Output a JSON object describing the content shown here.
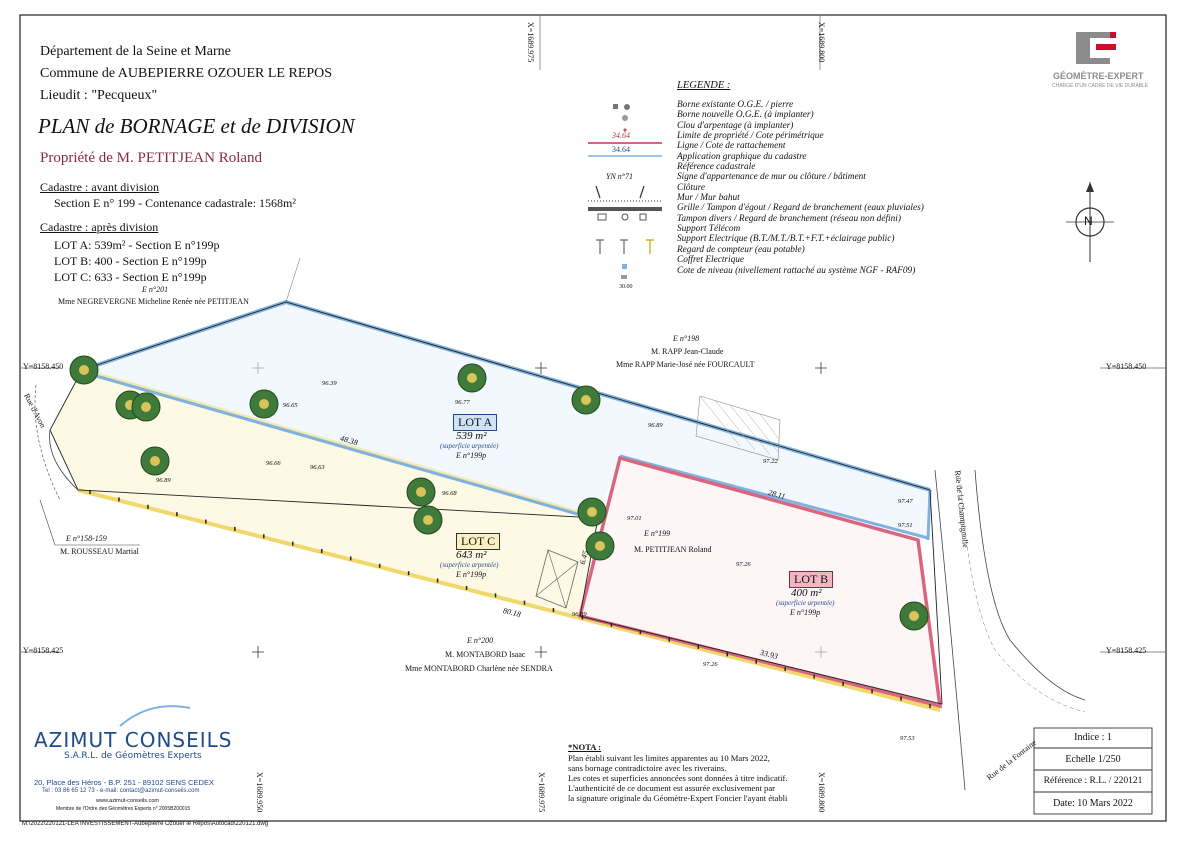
{
  "header": {
    "department": "Département de la Seine et Marne",
    "commune": "Commune de AUBEPIERRE OZOUER LE REPOS",
    "lieudit": "Lieudit : \"Pecqueux\"",
    "title": "PLAN de BORNAGE et de DIVISION",
    "owner": "Propriété de M. PETITJEAN Roland"
  },
  "cadastre_before": {
    "heading": "Cadastre : avant division",
    "line": "Section E n° 199 - Contenance cadastrale: 1568m²"
  },
  "cadastre_after": {
    "heading": "Cadastre : après division",
    "lots": [
      "LOT A: 539m² - Section E n°199p",
      "LOT B: 400 - Section E n°199p",
      "LOT C: 633 - Section E n°199p"
    ]
  },
  "legend": {
    "title": "LEGENDE :",
    "items": [
      "Borne existante O.G.E. / pierre",
      "Borne nouvelle O.G.E. (à implanter)",
      "Clou d'arpentage (à implanter)",
      "Limite de propriété / Cote périmétrique",
      "Ligne / Cote de rattachement",
      "Application graphique du cadastre",
      "Référence cadastrale",
      "Signe d'appartenance de mur ou clôture / bâtiment",
      "Clôture",
      "Mur / Mur bahut",
      "Grille / Tampon d'égout / Regard de branchement (eaux pluviales)",
      "Tampon divers / Regard de branchement (réseau non défini)",
      "Support Télécom",
      "Support Electrique (B.T./M.T./B.T.+F.T.+éclairage public)",
      "Regard de compteur (eau potable)",
      "Coffret Electrique",
      "Cote de niveau (nivellement rattaché au système NGF - RAF09)"
    ],
    "sample_cote_1": "34.64",
    "sample_cote_2": "34.64",
    "sample_ref": "YN n°71",
    "sample_level": "30.00"
  },
  "logo": {
    "text": "GÉOMÈTRE-EXPERT",
    "subtext": "CHARGÉ D'UN CADRE DE VIE DURABLE",
    "colors": {
      "grey": "#8c8c8c",
      "red": "#c8102e"
    }
  },
  "coords": {
    "x_top_1": "X=1689.975",
    "x_top_2": "X=1689.800",
    "x_bot_1": "X=1689.950",
    "x_bot_2": "X=1689.975",
    "x_bot_3": "X=1689.800",
    "y_left_1": "Y=8158.450",
    "y_left_2": "Y=8158.425",
    "y_right_1": "Y=8158.450",
    "y_right_2": "Y=8158.425"
  },
  "lots": {
    "a": {
      "label": "LOT A",
      "area": "539 m²",
      "note": "(superficie arpentée)",
      "ref": "E n°199p",
      "color": "#6fa8dc"
    },
    "b": {
      "label": "LOT B",
      "area": "400 m²",
      "note": "(superficie arpentée)",
      "ref": "E n°199p",
      "color": "#d9667f"
    },
    "c": {
      "label": "LOT C",
      "area": "643 m²",
      "note": "(superficie arpentée)",
      "ref": "E n°199p",
      "color": "#f2e6a0"
    }
  },
  "neighbours": {
    "n201_ref": "E n°201",
    "n201_name": "Mme NEGREVERGNE Micheline Renée née PETITJEAN",
    "n198_ref": "E n°198",
    "n198_name1": "M. RAPP Jean-Claude",
    "n198_name2": "Mme RAPP Marie-José née FOURCAULT",
    "n158_ref": "E n°158-159",
    "n158_name": "M. ROUSSEAU Martial",
    "n200_ref": "E n°200",
    "n200_name1": "M. MONTABORD Isaac",
    "n200_name2": "Mme MONTABORD Charlène née SENDRA",
    "n199_ref": "E n°199",
    "n199_name": "M. PETITJEAN Roland"
  },
  "dims": [
    "48.38",
    "28.11",
    "33.93",
    "80.18",
    "6.45"
  ],
  "levels": [
    "96.39",
    "96.65",
    "96.77",
    "96.66",
    "96.63",
    "96.89",
    "96.68",
    "96.89",
    "97.01",
    "97.26",
    "97.22",
    "97.47",
    "97.51",
    "96.89",
    "97.26",
    "97.53"
  ],
  "streets": {
    "rue_avon": "Rue d'Avon",
    "rue_champignolle": "Rue de la Champignolle",
    "rue_fontaine": "Rue de la Fontaine"
  },
  "company": {
    "name": "AZIMUT CONSEILS",
    "sub": "S.A.R.L. de Géomètres Experts",
    "address": "20, Place des Héros - B.P. 251 - 89102 SENS CEDEX",
    "tel": "Tel : 03 86 65 12 73   -   e-mail: contact@azimut-conseils.com",
    "web": "www.azimut-conseils.com",
    "order": "Membre de l'Ordre des Géomètres Experts n° 2005B200015",
    "color": "#1f4a8c"
  },
  "note": {
    "title": "*NOTA :",
    "lines": [
      "Plan établi suivant les limites apparentes au 10 Mars 2022,",
      "sans bornage contradictoire avec les riverains.",
      "Les cotes et superficies annoncées sont données à titre indicatif.",
      "L'authenticité de ce document est assurée exclusivement par",
      "la signature originale du Géomètre-Expert Foncier l'ayant établi"
    ]
  },
  "titleblock": {
    "indice": "Indice : 1",
    "echelle": "Echelle 1/250",
    "reference": "Référence : R.L. / 220121",
    "date": "Date: 10 Mars 2022"
  },
  "filepath": "M:\\2022\\220121-LEA INVESTISSEMENT-Aubepierre Ozouer le Repos\\Autocad\\220121.dwg",
  "north": "N"
}
